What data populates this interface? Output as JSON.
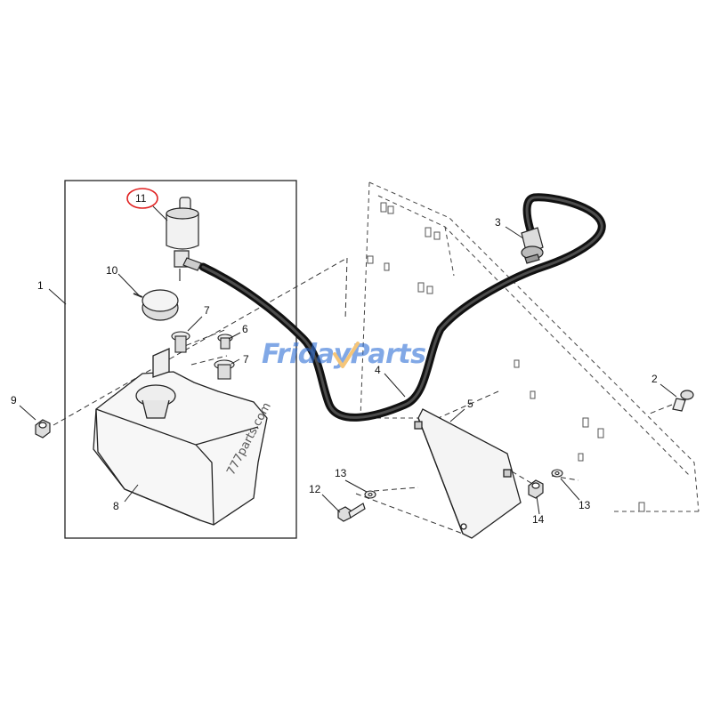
{
  "diagram": {
    "callouts": {
      "c1": "1",
      "c2": "2",
      "c3": "3",
      "c4": "4",
      "c5": "5",
      "c6": "6",
      "c7a": "7",
      "c7b": "7",
      "c8": "8",
      "c9": "9",
      "c10": "10",
      "c11": "11",
      "c12": "12",
      "c13a": "13",
      "c13b": "13",
      "c14": "14"
    },
    "highlighted_callout": "11",
    "highlight_color": "#e02020",
    "line_color": "#222222",
    "hose_color": "#111111"
  },
  "watermark": {
    "brand_part1": "Friday",
    "brand_part2": "Parts",
    "brand_color": "#2f6fd6",
    "accent_color": "#f0a020",
    "side_text": "777parts.com"
  }
}
